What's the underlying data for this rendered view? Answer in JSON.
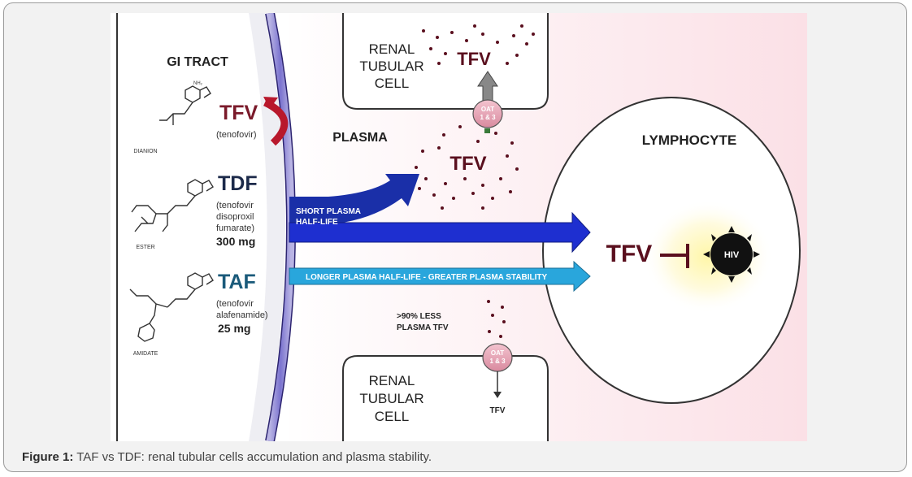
{
  "figure": {
    "gi_tract": "GI TRACT",
    "plasma": "PLASMA",
    "lymphocyte": "LYMPHOCYTE",
    "renal_top": [
      "RENAL",
      "TUBULAR",
      "CELL"
    ],
    "renal_bottom": [
      "RENAL",
      "TUBULAR",
      "CELL"
    ],
    "tfv_renal": "TFV",
    "tfv_plasma": "TFV",
    "tfv_lymph": "TFV",
    "tfv_small": "TFV",
    "hiv": "HIV",
    "oat_top": [
      "OAT",
      "1 & 3"
    ],
    "oat_bottom": [
      "OAT",
      "1 & 3"
    ],
    "drugs": [
      {
        "abbr": "TFV",
        "desc": [
          "(tenofovir)"
        ],
        "dose": "",
        "form": "DIANION",
        "color": "#7a1a2a"
      },
      {
        "abbr": "TDF",
        "desc": [
          "(tenofovir",
          "disoproxil",
          "fumarate)"
        ],
        "dose": "300 mg",
        "form": "ESTER",
        "color": "#1c2a4a"
      },
      {
        "abbr": "TAF",
        "desc": [
          "(tenofovir",
          "alafenamide)"
        ],
        "dose": "25 mg",
        "form": "AMIDATE",
        "color": "#1a5a7a"
      }
    ],
    "arrow_short": [
      "SHORT PLASMA",
      "HALF-LIFE"
    ],
    "arrow_long": "LONGER PLASMA HALF-LIFE - GREATER PLASMA STABILITY",
    "less_tfv": [
      ">90% LESS",
      "PLASMA TFV"
    ]
  },
  "caption": {
    "label": "Figure 1:",
    "text": " TAF vs TDF: renal tubular cells accumulation and plasma stability."
  }
}
